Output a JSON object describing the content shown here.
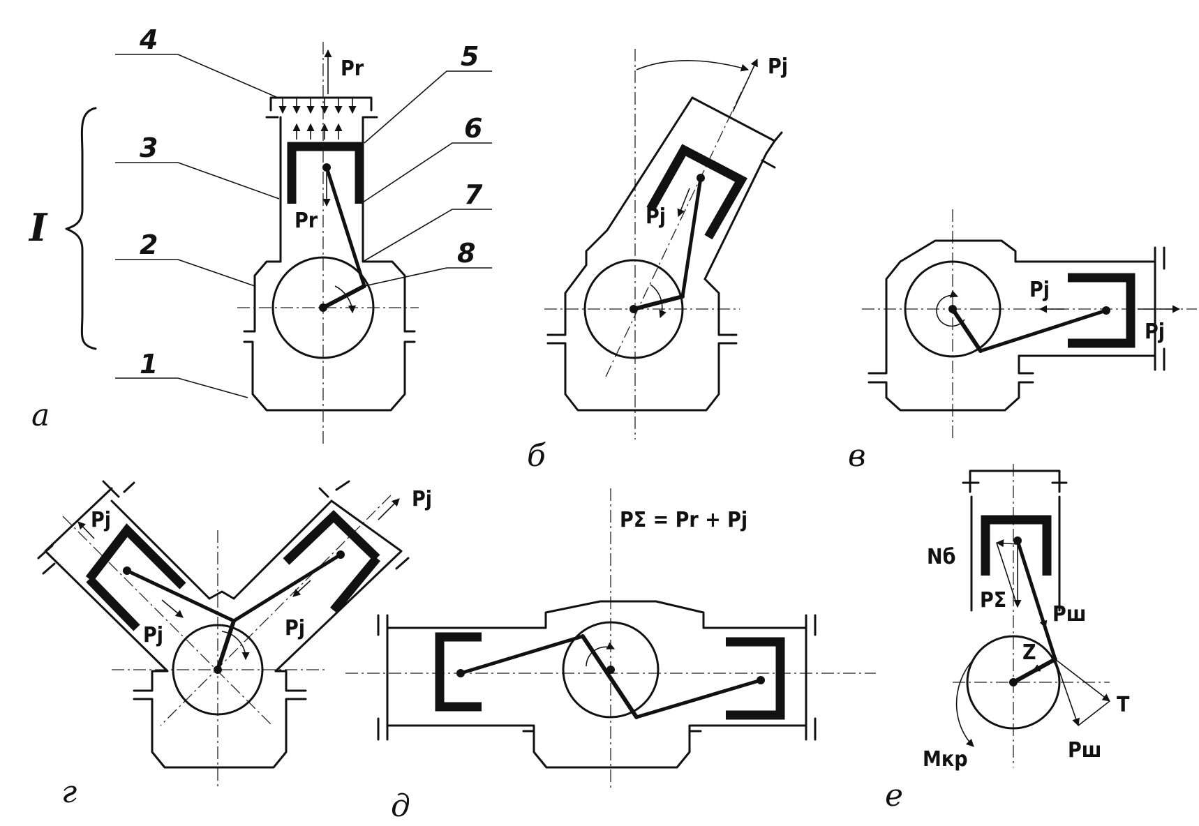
{
  "panels": {
    "a": {
      "caption": "а",
      "group_label": "I",
      "callouts": [
        "1",
        "2",
        "3",
        "4",
        "5",
        "6",
        "7",
        "8"
      ],
      "forces": {
        "gas_up": "Pr",
        "gas_down": "Pr"
      }
    },
    "b": {
      "caption": "б",
      "forces": {
        "inertia_out": "Pj",
        "inertia_in": "Pj"
      }
    },
    "v": {
      "caption": "в",
      "forces": {
        "inertia_left": "Pj",
        "inertia_right": "Pj"
      }
    },
    "g": {
      "caption": "г",
      "forces": {
        "left_out": "Pj",
        "right_out": "Pj",
        "left_in": "Pj",
        "right_in": "Pj"
      }
    },
    "d": {
      "caption": "д",
      "formula": "PΣ = Pr + Pj"
    },
    "e": {
      "caption": "е",
      "forces": {
        "normal": "Nб",
        "sum": "PΣ",
        "rod_top": "Pш",
        "rod_bottom": "Pш",
        "radial": "Z",
        "tangential": "T",
        "torque": "Mкр"
      }
    }
  }
}
